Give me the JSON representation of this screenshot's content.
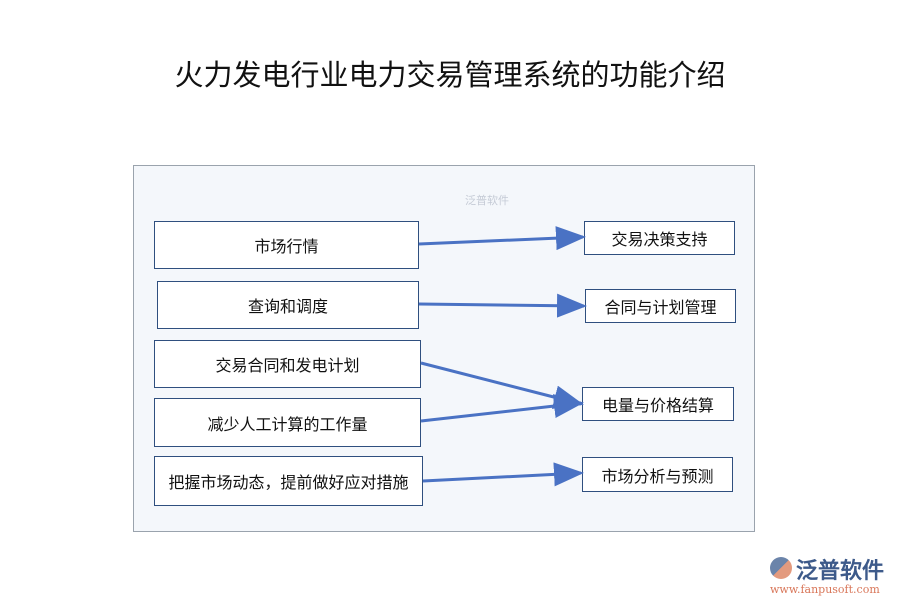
{
  "title": "火力发电行业电力交易管理系统的功能介绍",
  "watermark": "泛普软件",
  "left_items": [
    "市场行情",
    "查询和调度",
    "交易合同和发电计划",
    "减少人工计算的工作量",
    "把握市场动态，提前做好应对措施"
  ],
  "right_items": [
    "交易决策支持",
    "合同与计划管理",
    "电量与价格结算",
    "市场分析与预测"
  ],
  "logo": {
    "name": "泛普软件",
    "url": "www.fanpusoft.com"
  },
  "colors": {
    "arrow": "#4a72c4",
    "box_border": "#2f4f7f",
    "panel_bg": "#f4f7fb"
  }
}
